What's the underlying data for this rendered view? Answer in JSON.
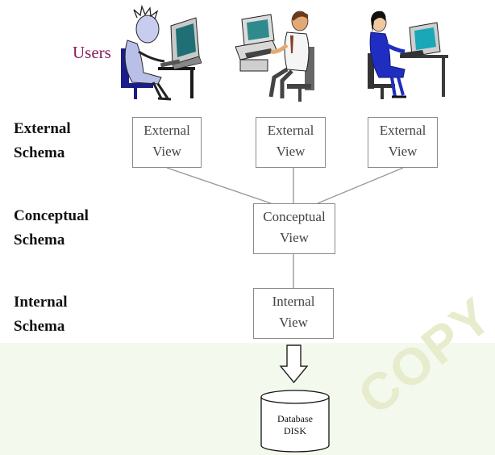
{
  "users_label": "Users",
  "levels": {
    "external": [
      "External",
      "Schema"
    ],
    "conceptual": [
      "Conceptual",
      "Schema"
    ],
    "internal": [
      "Internal",
      "Schema"
    ]
  },
  "external_views": [
    [
      "External",
      "View"
    ],
    [
      "External",
      "View"
    ],
    [
      "External",
      "View"
    ]
  ],
  "conceptual_view": [
    "Conceptual",
    "View"
  ],
  "internal_view": [
    "Internal",
    "View"
  ],
  "database": [
    "Database",
    "DISK"
  ],
  "colors": {
    "users_label": "#8a1c5a",
    "box_border": "#8a8a8a",
    "connector": "#9a9a9a",
    "page_background": "#f4f9ee",
    "watermark": "#e6eccc"
  },
  "icons": [
    "user-at-computer-icon-1",
    "user-at-computer-icon-2",
    "user-at-computer-icon-3",
    "down-arrow-icon",
    "database-cylinder-icon"
  ]
}
